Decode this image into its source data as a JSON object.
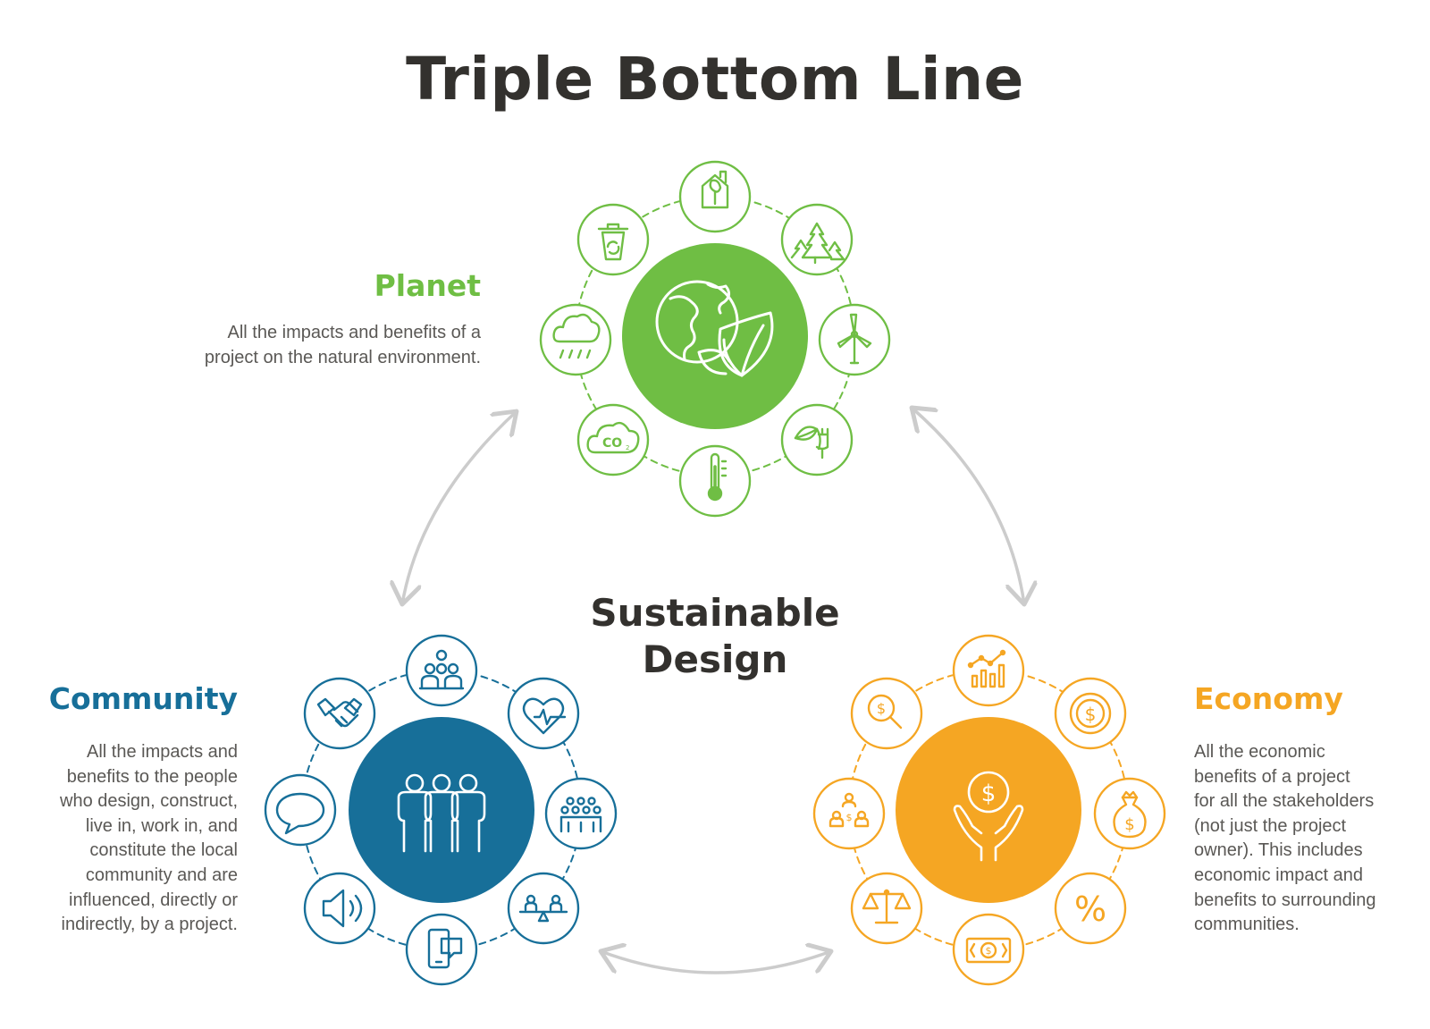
{
  "title": "Triple Bottom Line",
  "center_label": {
    "line1": "Sustainable",
    "line2": "Design"
  },
  "colors": {
    "planet": "#6fbe44",
    "community": "#176f99",
    "economy": "#f5a623",
    "arrow": "#cccccc",
    "title": "#33312e"
  },
  "planet": {
    "heading": "Planet",
    "description": [
      "All the impacts and benefits of a",
      "project on the natural environment."
    ],
    "center_icon": "globe-leaf-icon",
    "icons": [
      "eco-house-icon",
      "trees-icon",
      "wind-turbine-icon",
      "leaf-plug-icon",
      "thermometer-icon",
      "co2-cloud-icon",
      "rain-cloud-icon",
      "recycle-bin-icon"
    ]
  },
  "community": {
    "heading": "Community",
    "description": [
      "All the impacts and",
      "benefits to the people",
      "who design, construct,",
      "live in, work in, and",
      "constitute the local",
      "community and are",
      "influenced, directly or",
      "indirectly, by a project."
    ],
    "center_icon": "three-people-icon",
    "icons": [
      "group-icon",
      "heart-pulse-icon",
      "crowd-icon",
      "balance-people-icon",
      "mobile-chat-icon",
      "speaker-icon",
      "speech-bubble-icon",
      "handshake-icon"
    ]
  },
  "economy": {
    "heading": "Economy",
    "description": [
      "All the economic",
      "benefits of a project",
      "for all the stakeholders",
      "(not just the project",
      "owner). This includes",
      "economic impact and",
      "benefits to surrounding",
      "communities."
    ],
    "center_icon": "hands-coin-icon",
    "icons": [
      "growth-chart-icon",
      "dollar-coin-icon",
      "money-bag-icon",
      "percent-icon",
      "banknote-icon",
      "scales-icon",
      "stakeholders-icon",
      "dollar-search-icon"
    ]
  }
}
